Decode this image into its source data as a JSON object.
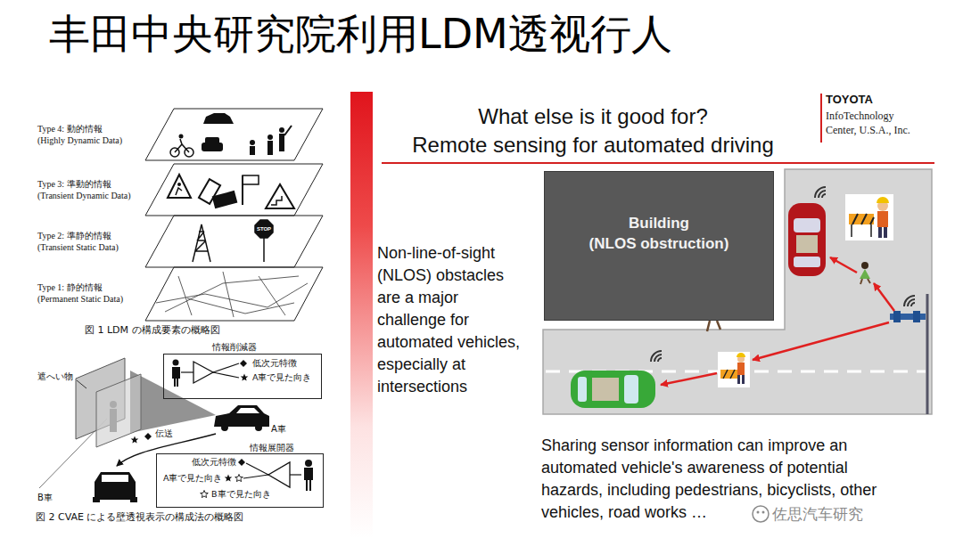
{
  "diagram": {
    "title": "丰田中央研究院利用LDM透视行人",
    "nodes": [
      {
        "text": [
          "Type 4: 動的情報 (Highly Dynamic Data)"
        ]
      },
      {
        "text": [
          "Type 3: 準動的情報 (Transient Dynamic Data)"
        ]
      },
      {
        "text": [
          "Type 2: 準静的情報 (Transient Static Data)"
        ]
      },
      {
        "text": [
          "Type 1: 静的情報 (Permanent Static Data)"
        ]
      },
      {
        "text": [
          "情報削減器",
          "低次元特徴",
          "A車で見た向き"
        ]
      },
      {
        "text": [
          "情報展開器",
          "低次元特徴",
          "A車で見た向き",
          "B車で見た向き"
        ]
      },
      {
        "text": [
          "Building",
          "(NLOS obstruction)"
        ]
      }
    ],
    "labels": [
      "STOP",
      "図 1 LDM の構成要素の概略図",
      "遮へい物",
      "A車",
      "伝送",
      "B車",
      "図 2 CVAE による壁透視表示の構成法の概略図",
      "What else is it good for?",
      "Remote sensing for automated driving",
      "TOYOTA",
      "InfoTechnology",
      "Center, U.S.A., Inc.",
      "Non-line-of-sight (NLOS) obstacles are a major challenge for automated vehicles, especially at intersections",
      "Sharing sensor information can improve an automated vehicle's awareness of potential hazards, including pedestrians, bicyclists, other vehicles, road works …",
      "佐思汽车研究"
    ]
  }
}
